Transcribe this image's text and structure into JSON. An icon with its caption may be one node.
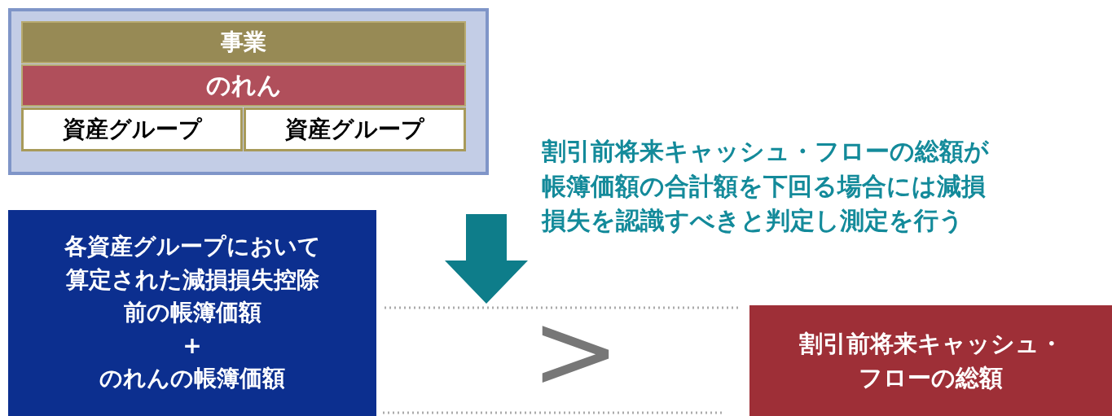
{
  "diagram": {
    "nodes": [
      {
        "text": [],
        "shape": "box"
      },
      {
        "text": [
          "事業"
        ],
        "in": 0
      },
      {
        "text": [
          "のれん"
        ],
        "in": 0
      },
      {
        "text": [
          "資産グループ"
        ],
        "in": 0
      },
      {
        "text": [
          "資産グループ"
        ],
        "in": 0
      },
      {
        "text": [
          "各資産グループにおいて算定された減損損失控除前の帳簿価額",
          "+",
          "のれんの帳簿価額"
        ]
      },
      {
        "text": [
          "割引前将来キャッシュ・フローの総額"
        ]
      }
    ],
    "labels": [
      "割引前将来キャッシュ・フローの総額が帳簿価額の合計額を下回る場合には減損損失を認識すべきと判定し測定を行う",
      ">"
    ]
  }
}
